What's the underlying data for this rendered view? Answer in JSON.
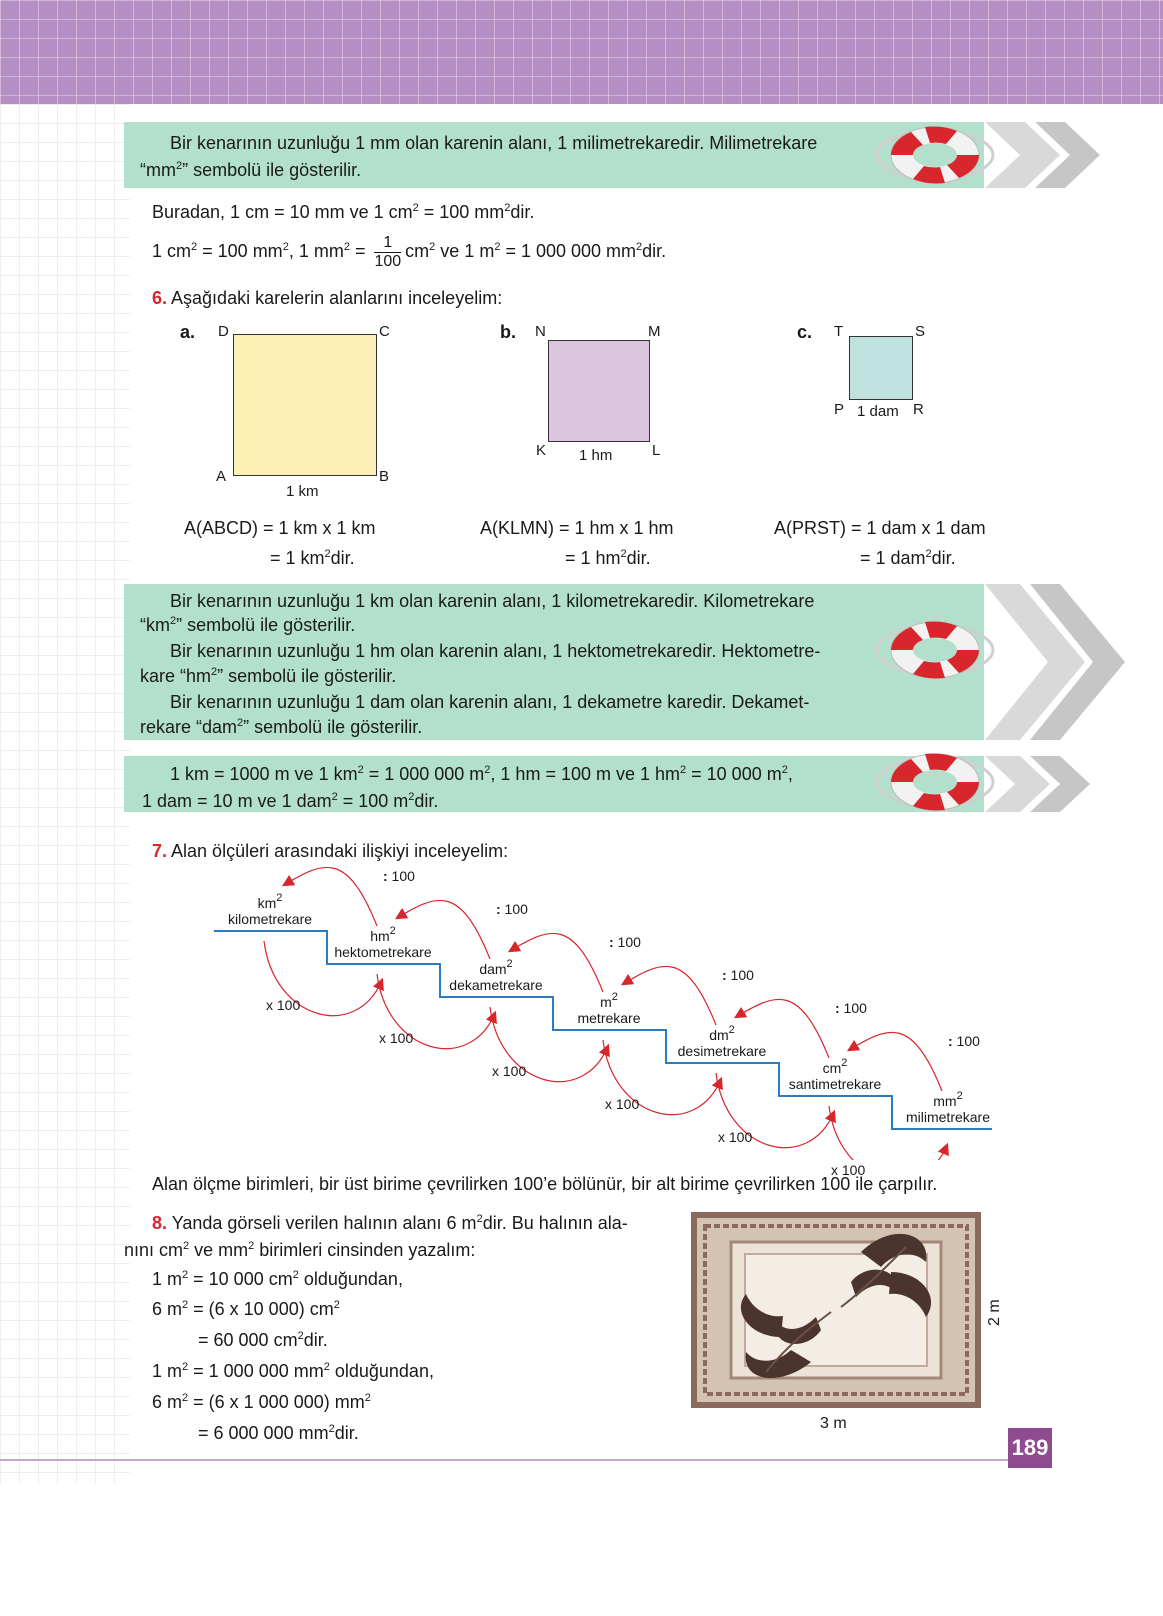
{
  "info1": {
    "line1": "Bir kenarının uzunluğu 1 mm olan karenin alanı, 1 milimetrekaredir. Milimetrekare",
    "line2_pre": "“mm",
    "line2_sup": "2",
    "line2_post": "” sembolü ile gösterilir."
  },
  "derive": {
    "l1_a": "Buradan, 1 cm = 10 mm ve 1 cm",
    "l1_b": " = 100 mm",
    "l1_c": "dir.",
    "l2_a": "1 cm",
    "l2_b": " = 100 mm",
    "l2_c": ",  1 mm",
    "l2_d": " = ",
    "frac_num": "1",
    "frac_den": "100",
    "l2_e": "cm",
    "l2_f": "  ve  1 m",
    "l2_g": " = 1 000 000 mm",
    "l2_h": "dir.",
    "sup": "2"
  },
  "q6": {
    "number": "6.",
    "text": "Aşağıdaki karelerin alanlarını inceleyelim:",
    "a": {
      "tag": "a.",
      "D": "D",
      "C": "C",
      "A": "A",
      "B": "B",
      "side": "1 km",
      "f1": "A(ABCD) = 1 km x 1 km",
      "f2a": "= 1 km",
      "f2b": "dir.",
      "color": "#fdf0b7"
    },
    "b": {
      "tag": "b.",
      "N": "N",
      "M": "M",
      "K": "K",
      "L": "L",
      "side": "1 hm",
      "f1": "A(KLMN) = 1 hm x 1 hm",
      "f2a": "= 1 hm",
      "f2b": "dir.",
      "color": "#dcc3df"
    },
    "c": {
      "tag": "c.",
      "T": "T",
      "S": "S",
      "P": "P",
      "R": "R",
      "side": "1 dam",
      "f1": "A(PRST) = 1 dam x 1 dam",
      "f2a": "= 1 dam",
      "f2b": "dir.",
      "color": "#bfe2e0"
    }
  },
  "info2": {
    "l1": "Bir kenarının uzunluğu 1 km olan karenin alanı, 1 kilometrekaredir. Kilometrekare",
    "l2a": "“km",
    "l2b": "” sembolü ile gösterilir.",
    "l3": "Bir kenarının uzunluğu 1 hm olan karenin alanı, 1 hektometrekaredir. Hektometre-",
    "l4a": "kare “hm",
    "l4b": "” sembolü ile gösterilir.",
    "l5": "Bir kenarının uzunluğu 1 dam olan karenin alanı, 1 dekametre karedir. Dekamet-",
    "l6a": "rekare “dam",
    "l6b": "” sembolü ile gösterilir."
  },
  "info3": {
    "a": "1 km = 1000 m  ve  1 km",
    "b": " = 1 000 000 m",
    "c": ", 1 hm = 100 m ve 1 hm",
    "d": " = 10 000 m",
    "e": ",",
    "f": "1 dam = 10 m ve 1 dam",
    "g": " = 100 m",
    "h": "dir."
  },
  "q7": {
    "number": "7.",
    "text": "Alan ölçüleri arasındaki ilişkiyi inceleyelim:",
    "units": [
      {
        "sym": "km",
        "name": "kilometrekare"
      },
      {
        "sym": "hm",
        "name": "hektometrekare"
      },
      {
        "sym": "dam",
        "name": "dekametrekare"
      },
      {
        "sym": "m",
        "name": "metrekare"
      },
      {
        "sym": "dm",
        "name": "desimetrekare"
      },
      {
        "sym": "cm",
        "name": "santimetrekare"
      },
      {
        "sym": "mm",
        "name": "milimetrekare"
      }
    ],
    "div": ": 100",
    "mul": "x 100"
  },
  "rule": "Alan ölçme birimleri, bir üst birime çevrilirken 100’e bölünür, bir alt birime çevrilirken 100 ile çarpılır.",
  "q8": {
    "number": "8.",
    "l1a": "Yanda görseli verilen halının alanı 6 m",
    "l1b": "dir. Bu halının ala-",
    "l2a": "nını cm",
    "l2b": " ve mm",
    "l2c": " birimleri cinsinden yazalım:",
    "s1a": "1 m",
    "s1b": " = 10 000 cm",
    "s1c": " olduğundan,",
    "s2a": "6 m",
    "s2b": " = (6 x 10 000) cm",
    "s3a": "= 60 000 cm",
    "s3b": "dir.",
    "s4a": "1 m",
    "s4b": " = 1 000 000 mm",
    "s4c": " olduğundan,",
    "s5a": "6 m",
    "s5b": " = (6 x 1 000 000) mm",
    "s6a": "= 6 000 000 mm",
    "s6b": "dir.",
    "width": "3 m",
    "height": "2 m"
  },
  "page_number": "189",
  "colors": {
    "info_box": "#b3dfcd",
    "accent_red": "#d7262c",
    "header": "#b58fc4",
    "page_badge": "#8e4b90"
  }
}
